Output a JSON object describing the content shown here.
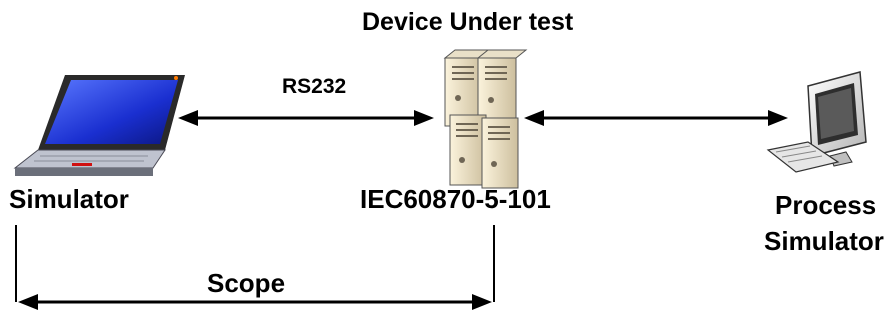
{
  "labels": {
    "device_title": "Device Under test",
    "link_label": "RS232",
    "left_node": "Simulator",
    "middle_node": "IEC60870-5-101",
    "right_node_line1": "Process",
    "right_node_line2": "Simulator",
    "scope": "Scope"
  },
  "icons": {
    "left": "laptop-icon",
    "middle": "server-stack-icon",
    "right": "desktop-computer-icon"
  },
  "colors": {
    "line": "#000000",
    "laptop_screen": "#1a2fd0",
    "laptop_body": "#c9ccd6",
    "server_body": "#e8dcc0",
    "monitor_body": "#d9d9d9"
  }
}
